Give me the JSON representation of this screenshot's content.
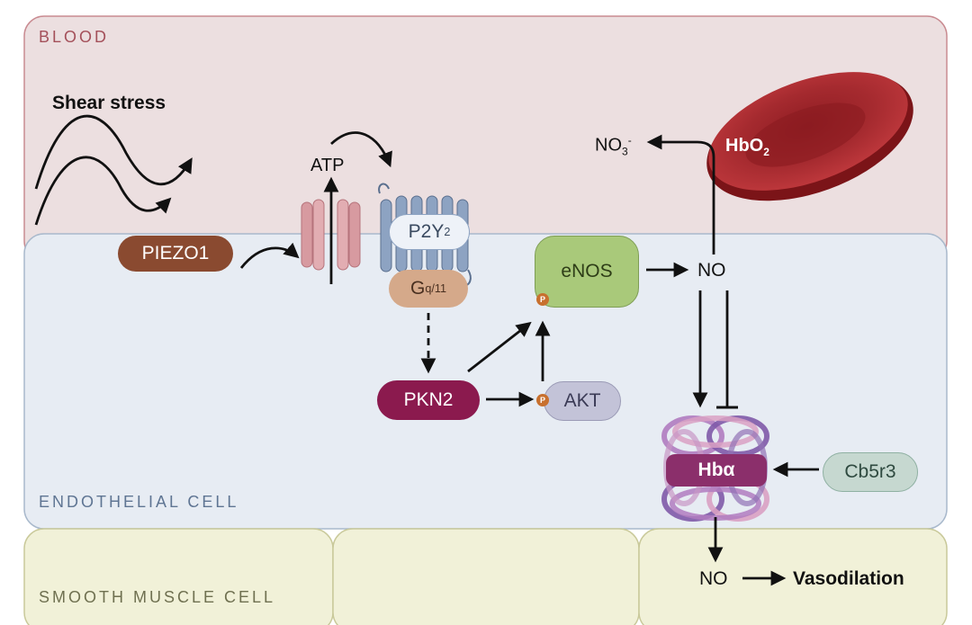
{
  "regions": {
    "blood": "BLOOD",
    "endothelial": "ENDOTHELIAL CELL",
    "smooth_muscle": "SMOOTH MUSCLE CELL"
  },
  "labels": {
    "shear_stress": "Shear stress",
    "atp": "ATP",
    "piezo1": "PIEZO1",
    "p2y2_main": "P2Y",
    "p2y2_sub": "2",
    "gq_main": "G",
    "gq_sub": "q/11",
    "enos": "eNOS",
    "p": "P",
    "no": "NO",
    "pkn2": "PKN2",
    "akt": "AKT",
    "hba": "Hbα",
    "cb5r3": "Cb5r3",
    "no3_main": "NO",
    "no3_sub": "3",
    "no3_sup": "-",
    "hbo2_main": "HbO",
    "hbo2_sub": "2",
    "vasodilation": "Vasodilation"
  },
  "colors": {
    "blood_fill": "#ecdfe0",
    "blood_border": "#c98b91",
    "endo_fill": "#e7ecf3",
    "endo_border": "#a9b9cc",
    "smc_fill": "#f1f1d8",
    "smc_border": "#c9c99a",
    "piezo1": "#8a4a30",
    "pkn2": "#8b1a4e",
    "enos": "#a9c97a",
    "akt": "#c3c3d8",
    "gq": "#d5a98a",
    "hba": "#8b2f6b",
    "cb5r3": "#c6d8d0",
    "rbc": "#a3262b"
  }
}
